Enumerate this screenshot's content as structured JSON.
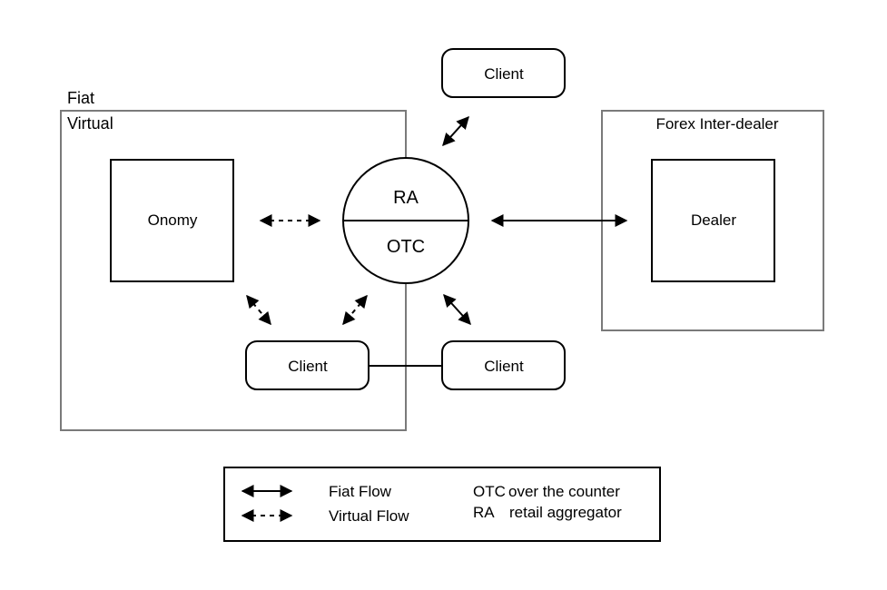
{
  "regions": {
    "fiat_label": "Fiat",
    "virtual_label": "Virtual",
    "forex_label": "Forex Inter-dealer"
  },
  "nodes": {
    "onomy": "Onomy",
    "dealer": "Dealer",
    "ra": "RA",
    "otc": "OTC",
    "client_top": "Client",
    "client_left": "Client",
    "client_right": "Client"
  },
  "legend": {
    "fiat_flow": "Fiat Flow",
    "virtual_flow": "Virtual Flow",
    "otc_abbr": "OTC",
    "otc_def": "over the counter",
    "ra_abbr": "RA",
    "ra_def": "retail aggregator"
  },
  "colors": {
    "stroke": "#000000",
    "region_border": "#7a7a7a",
    "background": "#ffffff"
  }
}
